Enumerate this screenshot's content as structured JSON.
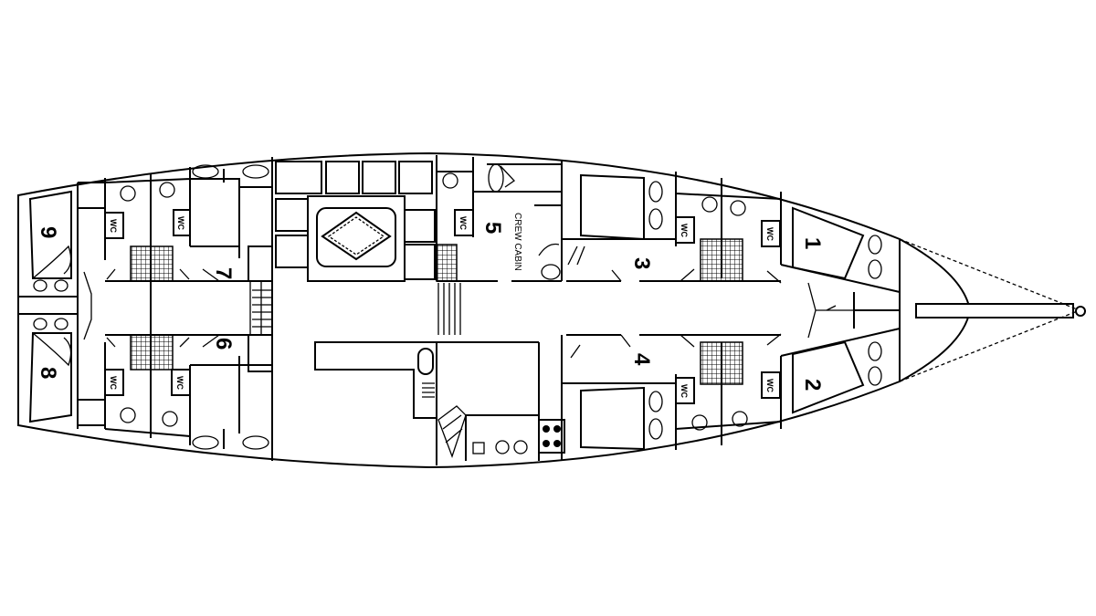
{
  "plan": {
    "cabins": [
      "1",
      "2",
      "3",
      "4",
      "5",
      "6",
      "7",
      "8",
      "9"
    ],
    "wc_label": "WC",
    "crew_cabin_label": "CREW CABIN",
    "line_color": "#000000",
    "background": "#ffffff"
  }
}
